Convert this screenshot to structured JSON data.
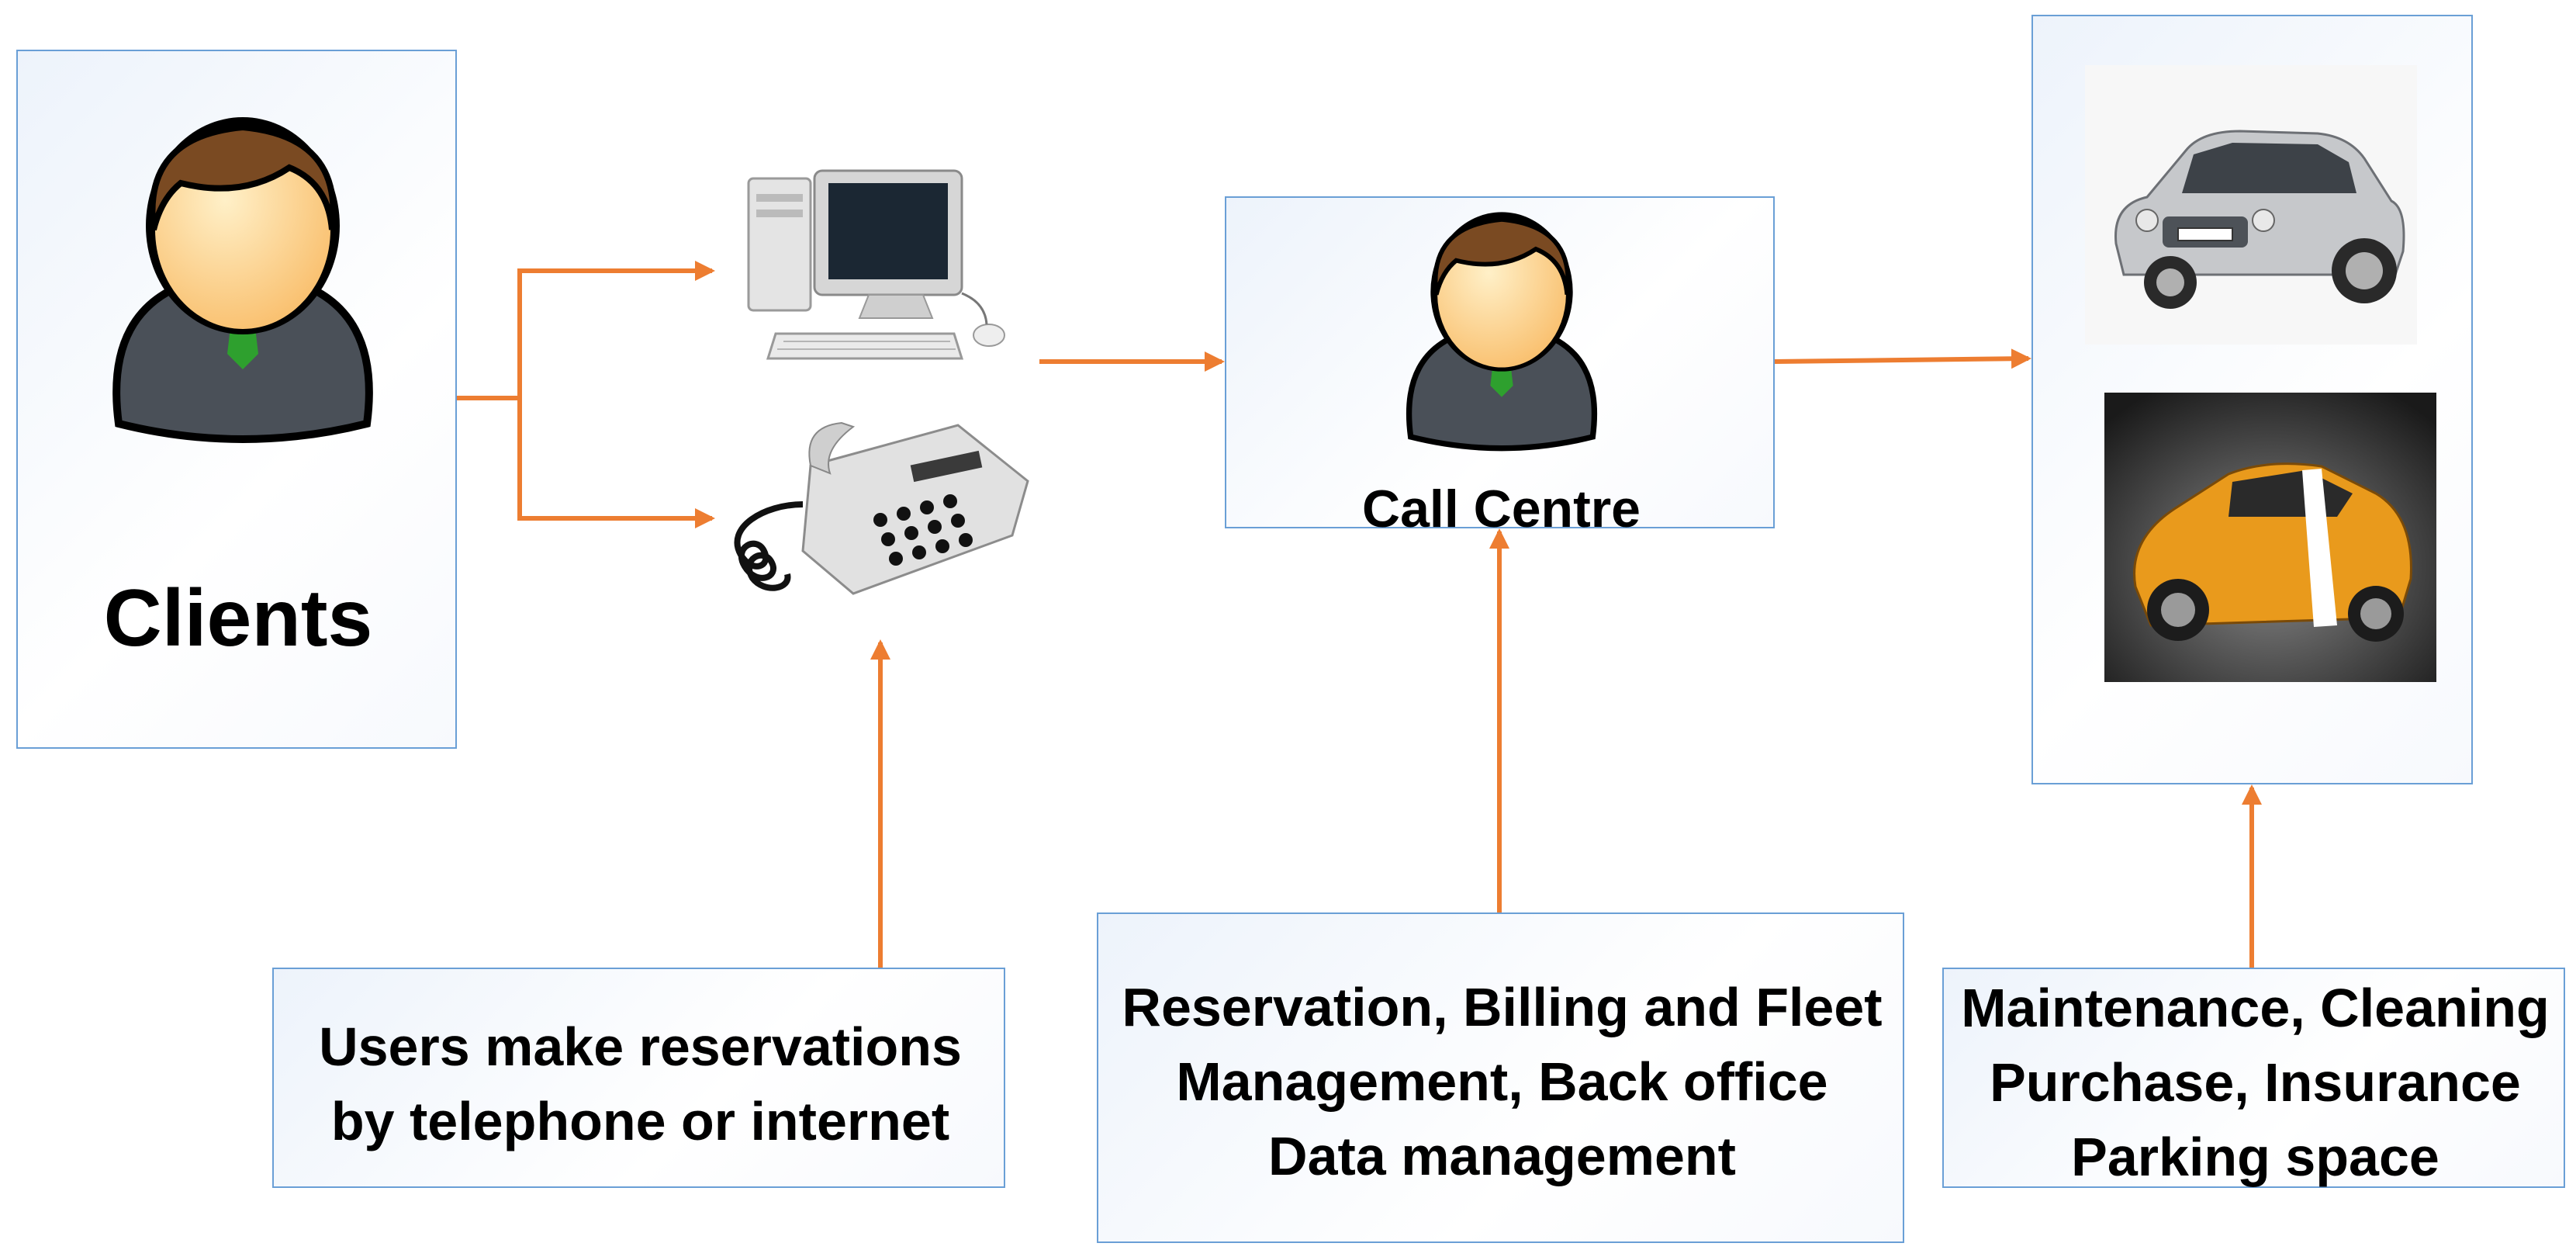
{
  "diagram": {
    "nodes": {
      "clients": {
        "label": "Clients",
        "icon": "person-icon"
      },
      "channels": {
        "icons": [
          "computer-icon",
          "telephone-icon"
        ]
      },
      "call_centre": {
        "label": "Call Centre",
        "icon": "person-icon"
      },
      "fleet": {
        "icons": [
          "silver-sedan-car-image",
          "orange-sports-car-image"
        ]
      }
    },
    "notes": {
      "users": {
        "lines": [
          "Users make reservations",
          "by telephone or internet"
        ]
      },
      "call_centre": {
        "lines": [
          "Reservation, Billing and Fleet",
          "Management, Back office",
          "Data management"
        ]
      },
      "fleet": {
        "lines": [
          "Maintenance, Cleaning",
          "Purchase, Insurance",
          "Parking space"
        ]
      }
    },
    "edges": [
      {
        "from": "clients",
        "to": "computer"
      },
      {
        "from": "clients",
        "to": "telephone"
      },
      {
        "from": "computer",
        "to": "call_centre"
      },
      {
        "from": "call_centre",
        "to": "fleet"
      },
      {
        "from": "users_note",
        "to": "telephone"
      },
      {
        "from": "call_centre_note",
        "to": "call_centre"
      },
      {
        "from": "fleet_note",
        "to": "fleet"
      }
    ],
    "colors": {
      "arrow": "#ed7d31",
      "box_border": "#6a9fd6",
      "tie": "#2ea02e",
      "hair": "#7a4a22",
      "skin": "#ffcf8a",
      "vest": "#4a5058"
    }
  }
}
